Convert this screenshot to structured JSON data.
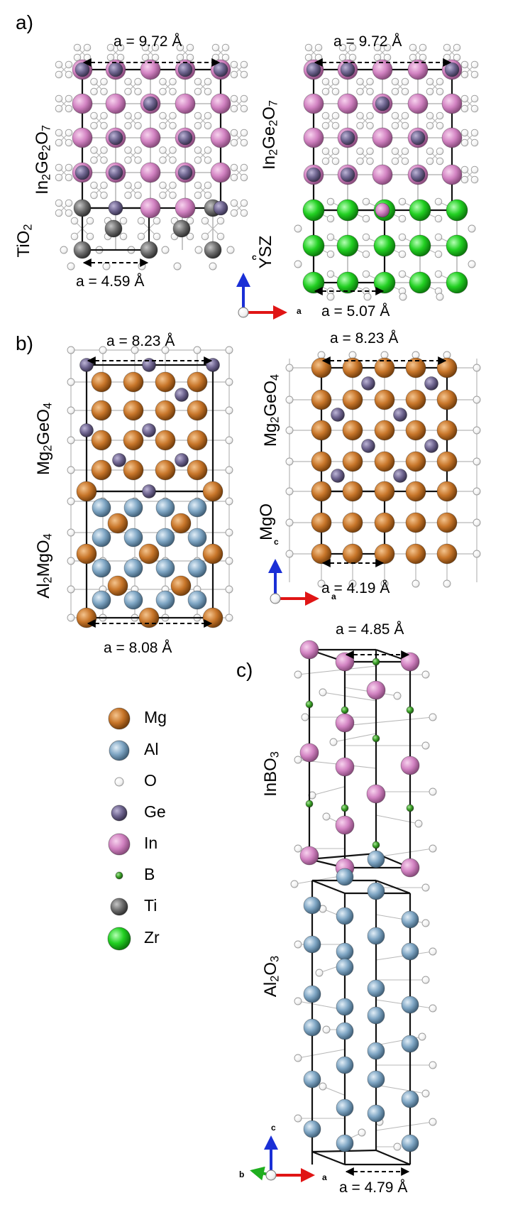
{
  "panels": {
    "a": "a)",
    "b": "b)",
    "c": "c)"
  },
  "a_left": {
    "top": "In2Ge2O7",
    "bottom": "TiO2",
    "a_top": "a = 9.72 Å",
    "a_bottom": "a = 4.59 Å"
  },
  "a_right": {
    "top": "In2Ge2O7",
    "bottom": "YSZ",
    "a_top": "a = 9.72 Å",
    "a_bottom": "a = 5.07 Å"
  },
  "b_left": {
    "top": "Mg2GeO4",
    "bottom": "Al2MgO4",
    "a_top": "a = 8.23 Å",
    "a_bottom": "a = 8.08 Å"
  },
  "b_right": {
    "top": "Mg2GeO4",
    "bottom": "MgO",
    "a_top": "a = 8.23 Å",
    "a_bottom": "a = 4.19 Å"
  },
  "c_panel": {
    "top": "InBO3",
    "bottom": "Al2O3",
    "a_top": "a = 4.85 Å",
    "a_bottom": "a = 4.79 Å"
  },
  "axes": {
    "c": "c",
    "a": "a",
    "b": "b"
  },
  "legend": [
    {
      "label": "Mg",
      "color": "#c8762a",
      "r": 15
    },
    {
      "label": "Al",
      "color": "#7fa6c4",
      "r": 14
    },
    {
      "label": "O",
      "color": "#ffffff",
      "r": 6
    },
    {
      "label": "Ge",
      "color": "#6f6590",
      "r": 11
    },
    {
      "label": "In",
      "color": "#d283c2",
      "r": 15
    },
    {
      "label": "B",
      "color": "#3ca128",
      "r": 5
    },
    {
      "label": "Ti",
      "color": "#6f6f6f",
      "r": 12
    },
    {
      "label": "Zr",
      "color": "#22d022",
      "r": 16
    }
  ],
  "colors": {
    "cell_line": "#111111",
    "bond": "#b8b8b8",
    "axis_c": "#1a2fd6",
    "axis_a": "#e01515",
    "axis_b": "#1fae1f"
  }
}
